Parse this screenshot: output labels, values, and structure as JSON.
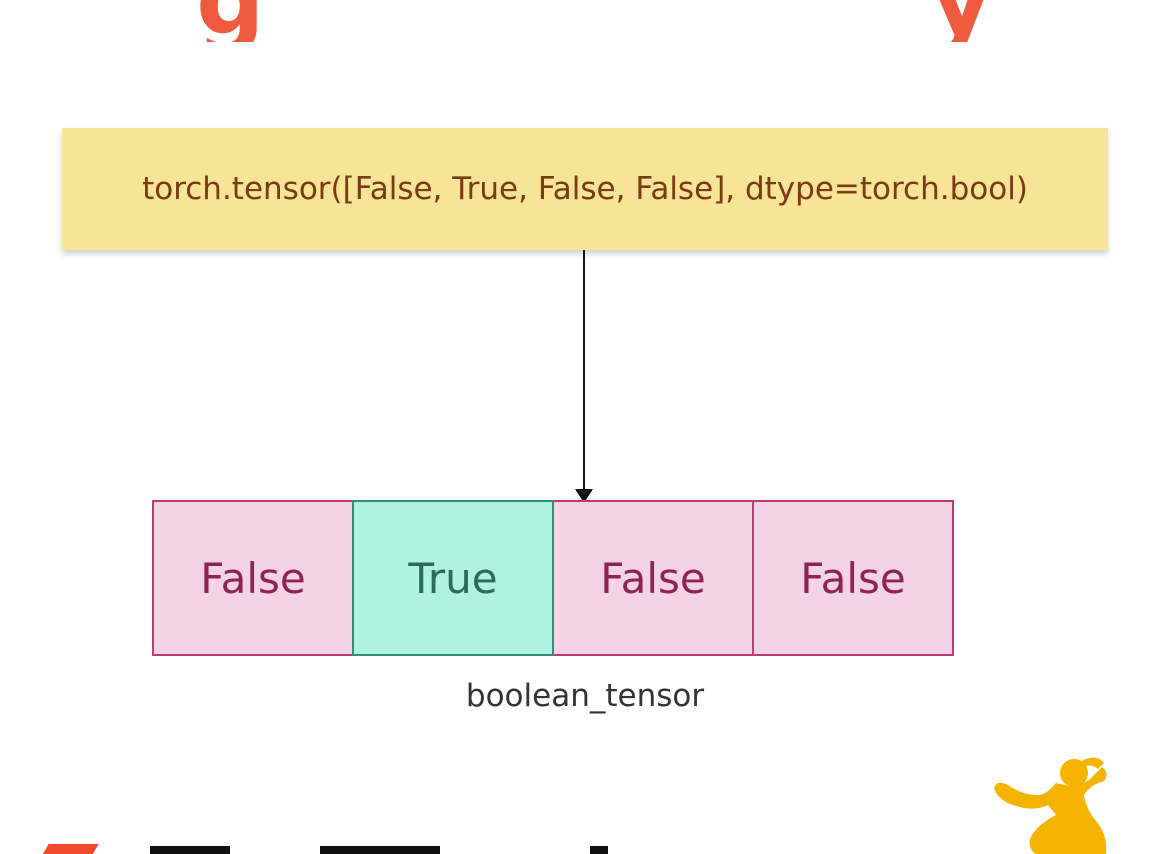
{
  "title_fragment": {
    "left_char": "g",
    "right_char": "y",
    "color": "#ee5b3f"
  },
  "code": {
    "text": "torch.tensor([False, True, False, False], dtype=torch.bool)"
  },
  "tensor": {
    "cells": [
      "False",
      "True",
      "False",
      "False"
    ],
    "label": "boolean_tensor",
    "highlight_index": 1
  },
  "colors": {
    "code_bg": "#f8e497",
    "false_bg": "#f5d3e6",
    "true_bg": "#aef2e1",
    "false_text": "#8e2454",
    "true_text": "#2a6b5c"
  },
  "icons": {
    "bottom_logo": "pytorch-logo-icon",
    "mascot": "pytorch-mascot-icon"
  }
}
